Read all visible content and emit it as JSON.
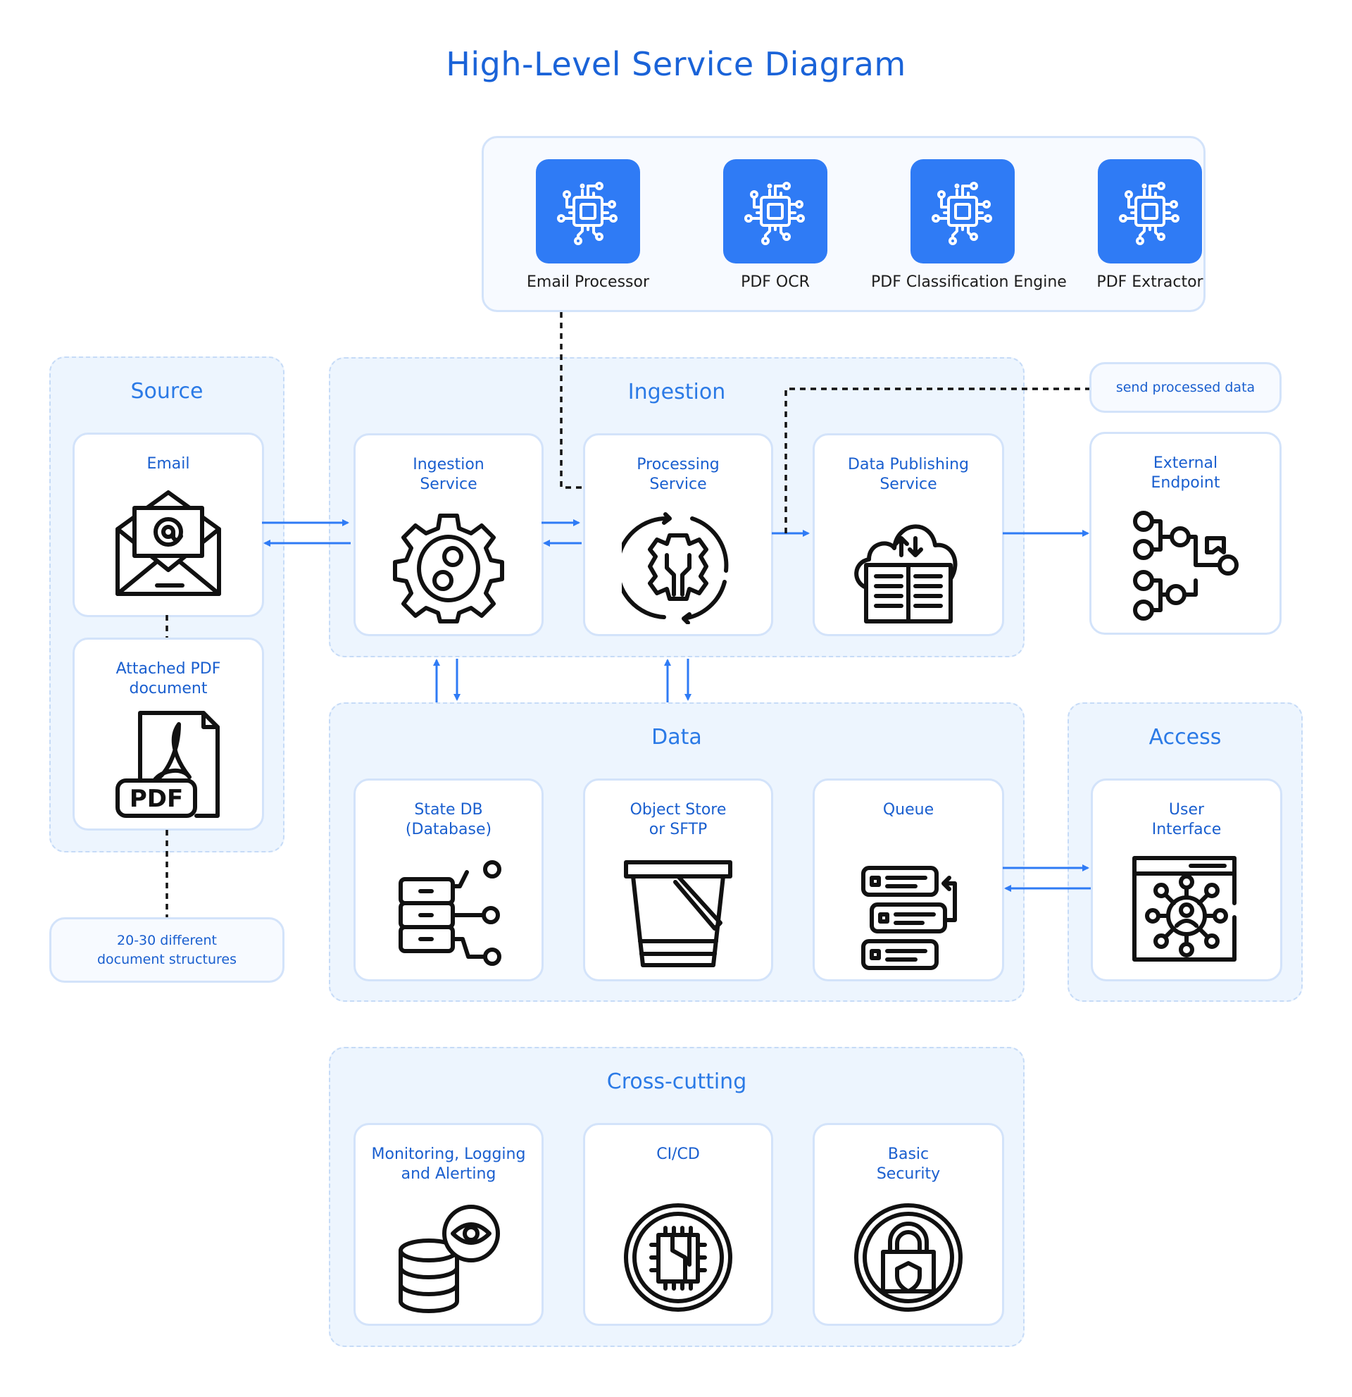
{
  "title": "High-Level Service Diagram",
  "colors": {
    "accent": "#2f7bf5",
    "heading": "#1a63d8",
    "label": "#1a5fcf",
    "section_bg": "#edf5fe",
    "border": "#d3e3fa"
  },
  "processors": [
    {
      "label": "Email Processor",
      "icon": "chip-icon"
    },
    {
      "label": "PDF OCR",
      "icon": "chip-icon"
    },
    {
      "label": "PDF Classification Engine",
      "icon": "chip-icon"
    },
    {
      "label": "PDF Extractor",
      "icon": "chip-icon"
    }
  ],
  "sections": {
    "source": {
      "title": "Source",
      "cards": [
        {
          "label": "Email",
          "icon": "envelope-at-icon"
        },
        {
          "label": "Attached PDF\ndocument",
          "icon": "pdf-file-icon"
        }
      ],
      "note": "20-30 different\ndocument structures"
    },
    "ingestion": {
      "title": "Ingestion",
      "cards": [
        {
          "label": "Ingestion\nService",
          "icon": "gear-icon"
        },
        {
          "label": "Processing\nService",
          "icon": "wrench-cycle-icon"
        },
        {
          "label": "Data Publishing\nService",
          "icon": "cloud-book-icon"
        }
      ]
    },
    "external": {
      "note": "send processed data",
      "card": {
        "label": "External\nEndpoint",
        "icon": "network-nodes-icon"
      }
    },
    "data": {
      "title": "Data",
      "cards": [
        {
          "label": "State DB\n(Database)",
          "icon": "database-nodes-icon"
        },
        {
          "label": "Object Store\nor SFTP",
          "icon": "bucket-icon"
        },
        {
          "label": "Queue",
          "icon": "queue-list-icon"
        }
      ]
    },
    "access": {
      "title": "Access",
      "card": {
        "label": "User\nInterface",
        "icon": "browser-user-network-icon"
      }
    },
    "crosscutting": {
      "title": "Cross-cutting",
      "cards": [
        {
          "label": "Monitoring, Logging\nand Alerting",
          "icon": "database-eye-icon"
        },
        {
          "label": "CI/CD",
          "icon": "circuit-coin-icon"
        },
        {
          "label": "Basic\nSecurity",
          "icon": "lock-shield-icon"
        }
      ]
    }
  }
}
